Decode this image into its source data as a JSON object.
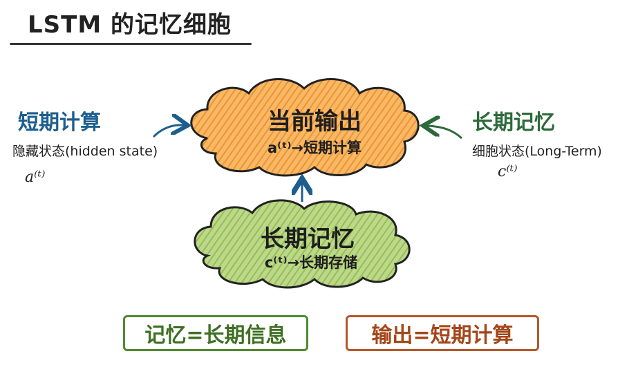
{
  "title": "LSTM 的记忆细胞",
  "left": {
    "heading": "短期计算",
    "subtitle": "隐藏状态(hidden state)",
    "symbol": "a⁽ᵗ⁾"
  },
  "right": {
    "heading": "长期记忆",
    "subtitle": "细胞状态(Long-Term)",
    "symbol": "c⁽ᵗ⁾"
  },
  "top_cloud": {
    "title": "当前输出",
    "subtitle": "a⁽ᵗ⁾→短期计算"
  },
  "bottom_cloud": {
    "title": "长期记忆",
    "subtitle": "c⁽ᵗ⁾→长期存储"
  },
  "boxes": {
    "left": "记忆=长期信息",
    "right": "输出=短期计算"
  },
  "colors": {
    "orange_cloud": "#f6a94a",
    "green_cloud": "#a8c96a",
    "blue_heading": "#1d5e8e",
    "green_heading": "#2d6a3a",
    "box_green": "#4f8a2f",
    "box_orange": "#b5562a"
  }
}
